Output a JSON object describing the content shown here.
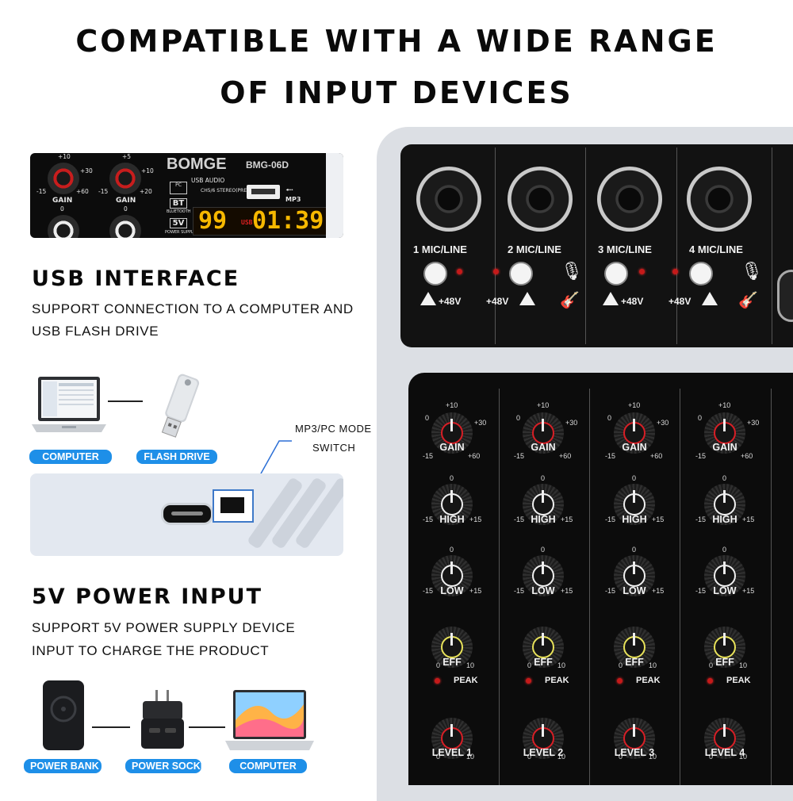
{
  "headline": {
    "line1": "COMPATIBLE WITH A WIDE RANGE",
    "line2": "OF INPUT DEVICES"
  },
  "usb_section": {
    "title": "USB INTERFACE",
    "line1": "SUPPORT CONNECTION TO A COMPUTER AND",
    "line2": "USB FLASH DRIVE",
    "devices": [
      "COMPUTER",
      "FLASH DRIVE"
    ],
    "switch_callout_1": "MP3/PC MODE",
    "switch_callout_2": "SWITCH"
  },
  "power_section": {
    "title": "5V POWER INPUT",
    "line1": "SUPPORT 5V POWER SUPPLY DEVICE",
    "line2": "INPUT TO CHARGE THE PRODUCT",
    "devices": [
      "POWER BANK",
      "POWER SOCKET",
      "COMPUTER"
    ]
  },
  "strip_photo": {
    "brand": "BOMGE",
    "model": "BMG-06D",
    "usb_audio": "USB AUDIO",
    "ch_stereo": "CH5/6 STEREO(PRE)",
    "pc": "PC",
    "bt": "BT",
    "bluetooth": "BLUETOOTH",
    "fivev": "5V",
    "power_supply": "POWER SUPPLY",
    "mp3": "MP3",
    "usb": "USB",
    "gain": "GAIN",
    "display_left": "99",
    "display_right": "01:39",
    "scale": {
      "top1": "+10",
      "top2": "+5",
      "r1": "+30",
      "r2": "+10",
      "l": "-15",
      "bl1": "+60",
      "bl2": "+20",
      "zero": "0"
    }
  },
  "mixer": {
    "channels": [
      {
        "num": "1",
        "name": "MIC/LINE",
        "phantom": "+48V",
        "level": "LEVEL 1"
      },
      {
        "num": "2",
        "name": "MIC/LINE",
        "phantom": "+48V",
        "level": "LEVEL 2"
      },
      {
        "num": "3",
        "name": "MIC/LINE",
        "phantom": "+48V",
        "level": "LEVEL 3"
      },
      {
        "num": "4",
        "name": "MIC/LINE",
        "phantom": "+48V",
        "level": "LEVEL 4"
      }
    ],
    "labels": {
      "gain": "GAIN",
      "high": "HIGH",
      "low": "LOW",
      "eff": "EFF",
      "peak": "PEAK"
    },
    "scales": {
      "gain": {
        "top": "+10",
        "left": "0",
        "right": "+30",
        "bl": "-15",
        "br": "+60"
      },
      "eq": {
        "top": "0",
        "bl": "-15",
        "br": "+15"
      },
      "eff": {
        "bl": "0",
        "br": "10"
      }
    },
    "colors": {
      "gain_ring": "#d81f26",
      "eq_ring": "#f0f0f0",
      "eff_ring": "#e8e25a",
      "level_ring": "#d81f26"
    }
  }
}
